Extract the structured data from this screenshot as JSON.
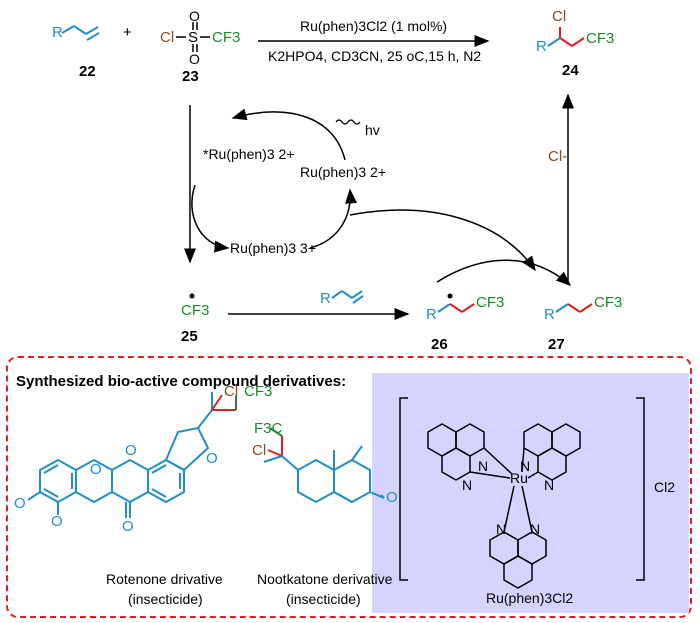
{
  "reaction": {
    "catalyst": "Ru(phen)3Cl2 (1 mol%)",
    "conditions": "K2HPO4, CD3CN, 25 oC,15 h, N2",
    "plus": "+"
  },
  "compounds": {
    "c22": "22",
    "c23": "23",
    "c24": "24",
    "c25": "25",
    "c26": "26",
    "c27": "27"
  },
  "cycle": {
    "excited": "*Ru(phen)3 2+",
    "ground": "Ru(phen)3 2+",
    "oxidized": "Ru(phen)3 3+",
    "light": "hv",
    "chloride": "Cl-"
  },
  "structure_labels": {
    "R": "R",
    "Cl": "Cl",
    "S": "S",
    "O": "O",
    "CF3": "CF3",
    "F3C": "F3C",
    "N": "N",
    "Ru": "Ru",
    "Cl2": "Cl2"
  },
  "derivatives": {
    "heading": "Synthesized bio-active compound derivatives:",
    "rotenone_name": "Rotenone drivative",
    "rotenone_use": "(insecticide)",
    "nootkatone_name": "Nootkatone derivative",
    "nootkatone_use": "(insecticide)",
    "complex_name": "Ru(phen)3Cl2"
  },
  "colors": {
    "blue": "#1f8fc9",
    "green": "#1a8a2a",
    "red": "#e02020",
    "brown": "#8a4a1a",
    "panel": "#d4d4ff"
  }
}
